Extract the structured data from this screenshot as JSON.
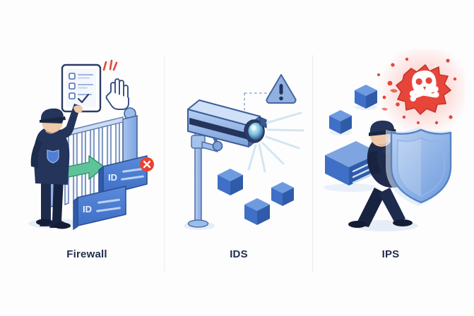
{
  "figure": {
    "background_color": "#fdfdfe",
    "divider_color": "#e9ecf1",
    "label_color": "#1f2d4a"
  },
  "panels": [
    {
      "id": "firewall",
      "label": "Firewall",
      "illustration": "security-guard-checkpoint-gate-id-cards",
      "elements": {
        "guard": "security-guard-in-navy-uniform-with-cap-and-badge",
        "tablet": "checklist-tablet-screen",
        "hand": "raised-stop-hand",
        "gate": "barrier-gate-with-vertical-bars-and-two-posts",
        "arrow": "green-arrow-passing-through-gate",
        "id_card_allowed": "ID",
        "id_card_denied": "ID",
        "deny_badge": "red-x-badge"
      },
      "colors": {
        "uniform": "#1e2b4d",
        "gate": "#5b87d6",
        "card": "#4f7fd4",
        "arrow": "#5fc39a",
        "deny": "#e8432f"
      }
    },
    {
      "id": "ids",
      "label": "IDS",
      "illustration": "cctv-camera-on-pole-scanning-data-packets",
      "elements": {
        "camera": "cctv-surveillance-camera",
        "pole": "camera-mounting-pole",
        "lens": "glowing-camera-lens",
        "rays": "detection-light-rays",
        "packets": "isometric-data-cubes",
        "alert": "warning-triangle-with-exclamation",
        "connector": "dotted-connector-line"
      },
      "colors": {
        "camera_body": "#8fb3e8",
        "camera_dark": "#1e2b4d",
        "cube": "#4f7fd4",
        "alert": "#6f93d6"
      }
    },
    {
      "id": "ips",
      "label": "IPS",
      "illustration": "guard-with-shield-blocking-malware-threat",
      "elements": {
        "guard": "guard-in-navy-uniform-with-cap-pushing-shield",
        "shield": "blue-protective-shield",
        "threat": "red-malware-burst-with-skull-and-crossbones",
        "skull": "skull-and-crossbones-icon",
        "packets": "isometric-data-cubes",
        "server_block": "striped-data-block"
      },
      "colors": {
        "uniform": "#1e2b4d",
        "shield": "#8ab0e6",
        "threat": "#e8453a",
        "cube": "#4f7fd4"
      }
    }
  ]
}
